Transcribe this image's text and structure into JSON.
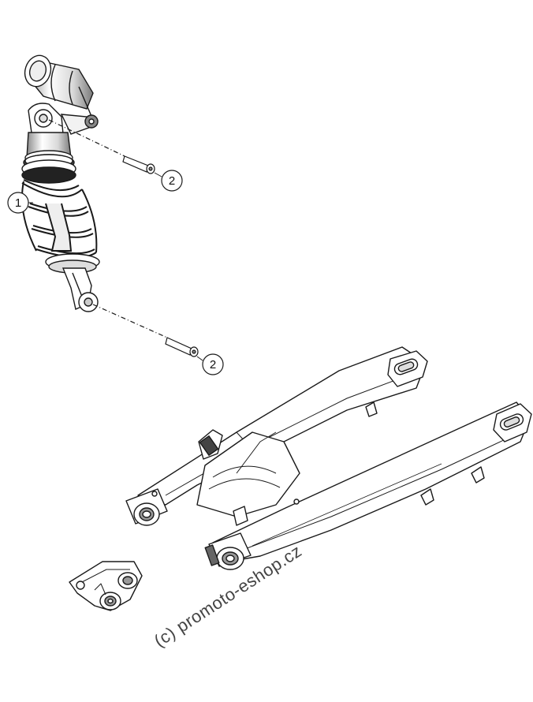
{
  "diagram": {
    "callouts": [
      {
        "id": "shock",
        "label": "1"
      },
      {
        "id": "upper-bolt",
        "label": "2"
      },
      {
        "id": "lower-bolt",
        "label": "2"
      }
    ],
    "watermark": "(c) promoto-eshop.cz"
  },
  "colors": {
    "line": "#1a1a1a",
    "fill": "#ffffff",
    "shade": "#9a9a9a"
  }
}
